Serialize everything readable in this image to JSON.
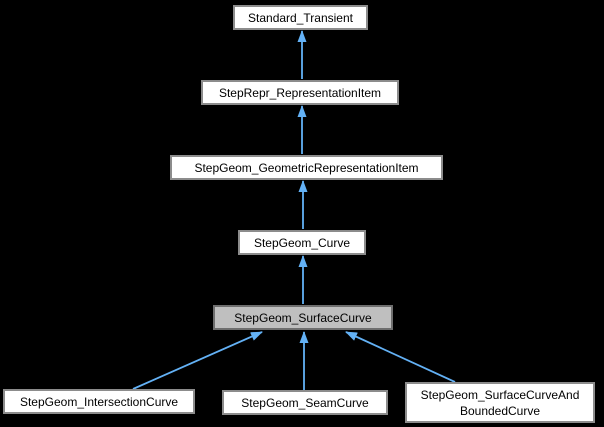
{
  "diagram": {
    "type": "class-inheritance-graph",
    "direction": "derived-points-to-base",
    "colors": {
      "background": "#000000",
      "edge": "#63b1f5",
      "node_fill": "#ffffff",
      "node_border": "#8c8c8c",
      "node_text": "#000000",
      "highlight_fill": "#bfbfbf",
      "highlight_border": "#6e6e6e"
    },
    "nodes": [
      {
        "id": "standard-transient",
        "lines": [
          "Standard_Transient"
        ],
        "highlighted": false
      },
      {
        "id": "steprepr-representationitem",
        "lines": [
          "StepRepr_RepresentationItem"
        ],
        "highlighted": false
      },
      {
        "id": "stepgeom-geometricrepresentationitem",
        "lines": [
          "StepGeom_GeometricRepresentationItem"
        ],
        "highlighted": false
      },
      {
        "id": "stepgeom-curve",
        "lines": [
          "StepGeom_Curve"
        ],
        "highlighted": false
      },
      {
        "id": "stepgeom-surfacecurve",
        "lines": [
          "StepGeom_SurfaceCurve"
        ],
        "highlighted": true
      },
      {
        "id": "stepgeom-intersectioncurve",
        "lines": [
          "StepGeom_IntersectionCurve"
        ],
        "highlighted": false
      },
      {
        "id": "stepgeom-seamcurve",
        "lines": [
          "StepGeom_SeamCurve"
        ],
        "highlighted": false
      },
      {
        "id": "stepgeom-surfacecurveandboundedcurve",
        "lines": [
          "StepGeom_SurfaceCurveAnd",
          "BoundedCurve"
        ],
        "highlighted": false
      }
    ],
    "edges": [
      {
        "from": "StepRepr_RepresentationItem",
        "to": "Standard_Transient"
      },
      {
        "from": "StepGeom_GeometricRepresentationItem",
        "to": "StepRepr_RepresentationItem"
      },
      {
        "from": "StepGeom_Curve",
        "to": "StepGeom_GeometricRepresentationItem"
      },
      {
        "from": "StepGeom_SurfaceCurve",
        "to": "StepGeom_Curve"
      },
      {
        "from": "StepGeom_IntersectionCurve",
        "to": "StepGeom_SurfaceCurve"
      },
      {
        "from": "StepGeom_SeamCurve",
        "to": "StepGeom_SurfaceCurve"
      },
      {
        "from": "StepGeom_SurfaceCurveAndBoundedCurve",
        "to": "StepGeom_SurfaceCurve"
      }
    ]
  }
}
